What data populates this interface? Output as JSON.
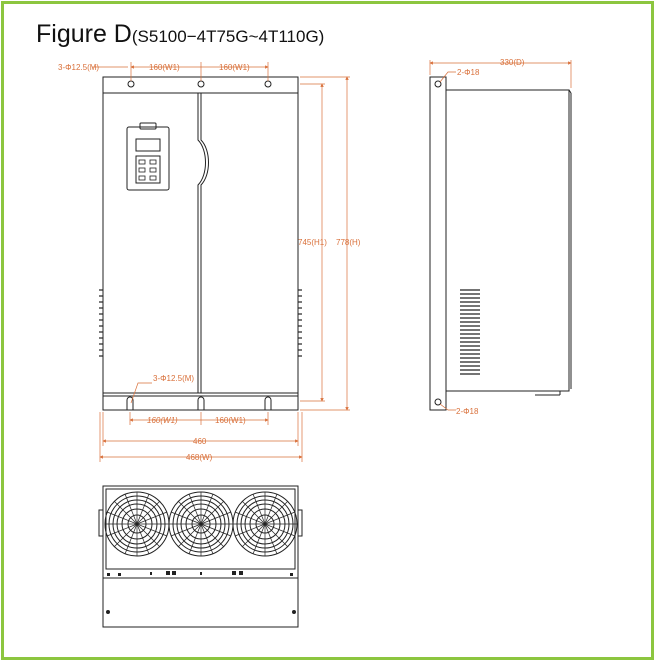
{
  "title": {
    "main": "Figure D",
    "model": "(S5100−4T75G~4T110G)"
  },
  "front_view": {
    "top_holes_label": "3-Φ12.5(M)",
    "top_w1_left": "160(W1)",
    "top_w1_right": "160(W1)",
    "h1_label": "745(H1)",
    "h_label": "778(H)",
    "bottom_holes_label": "3-Φ12.5(M)",
    "bottom_w1_left": "160(W1)",
    "bottom_w1_right": "160(W1)",
    "width_inner": "460",
    "width_total": "468(W)"
  },
  "side_view": {
    "depth_label": "330(D)",
    "top_holes": "2-Φ18",
    "bottom_holes": "2-Φ18"
  },
  "colors": {
    "frame": "#8cc63f",
    "dimension": "#d9703a",
    "drawing": "#222222"
  }
}
